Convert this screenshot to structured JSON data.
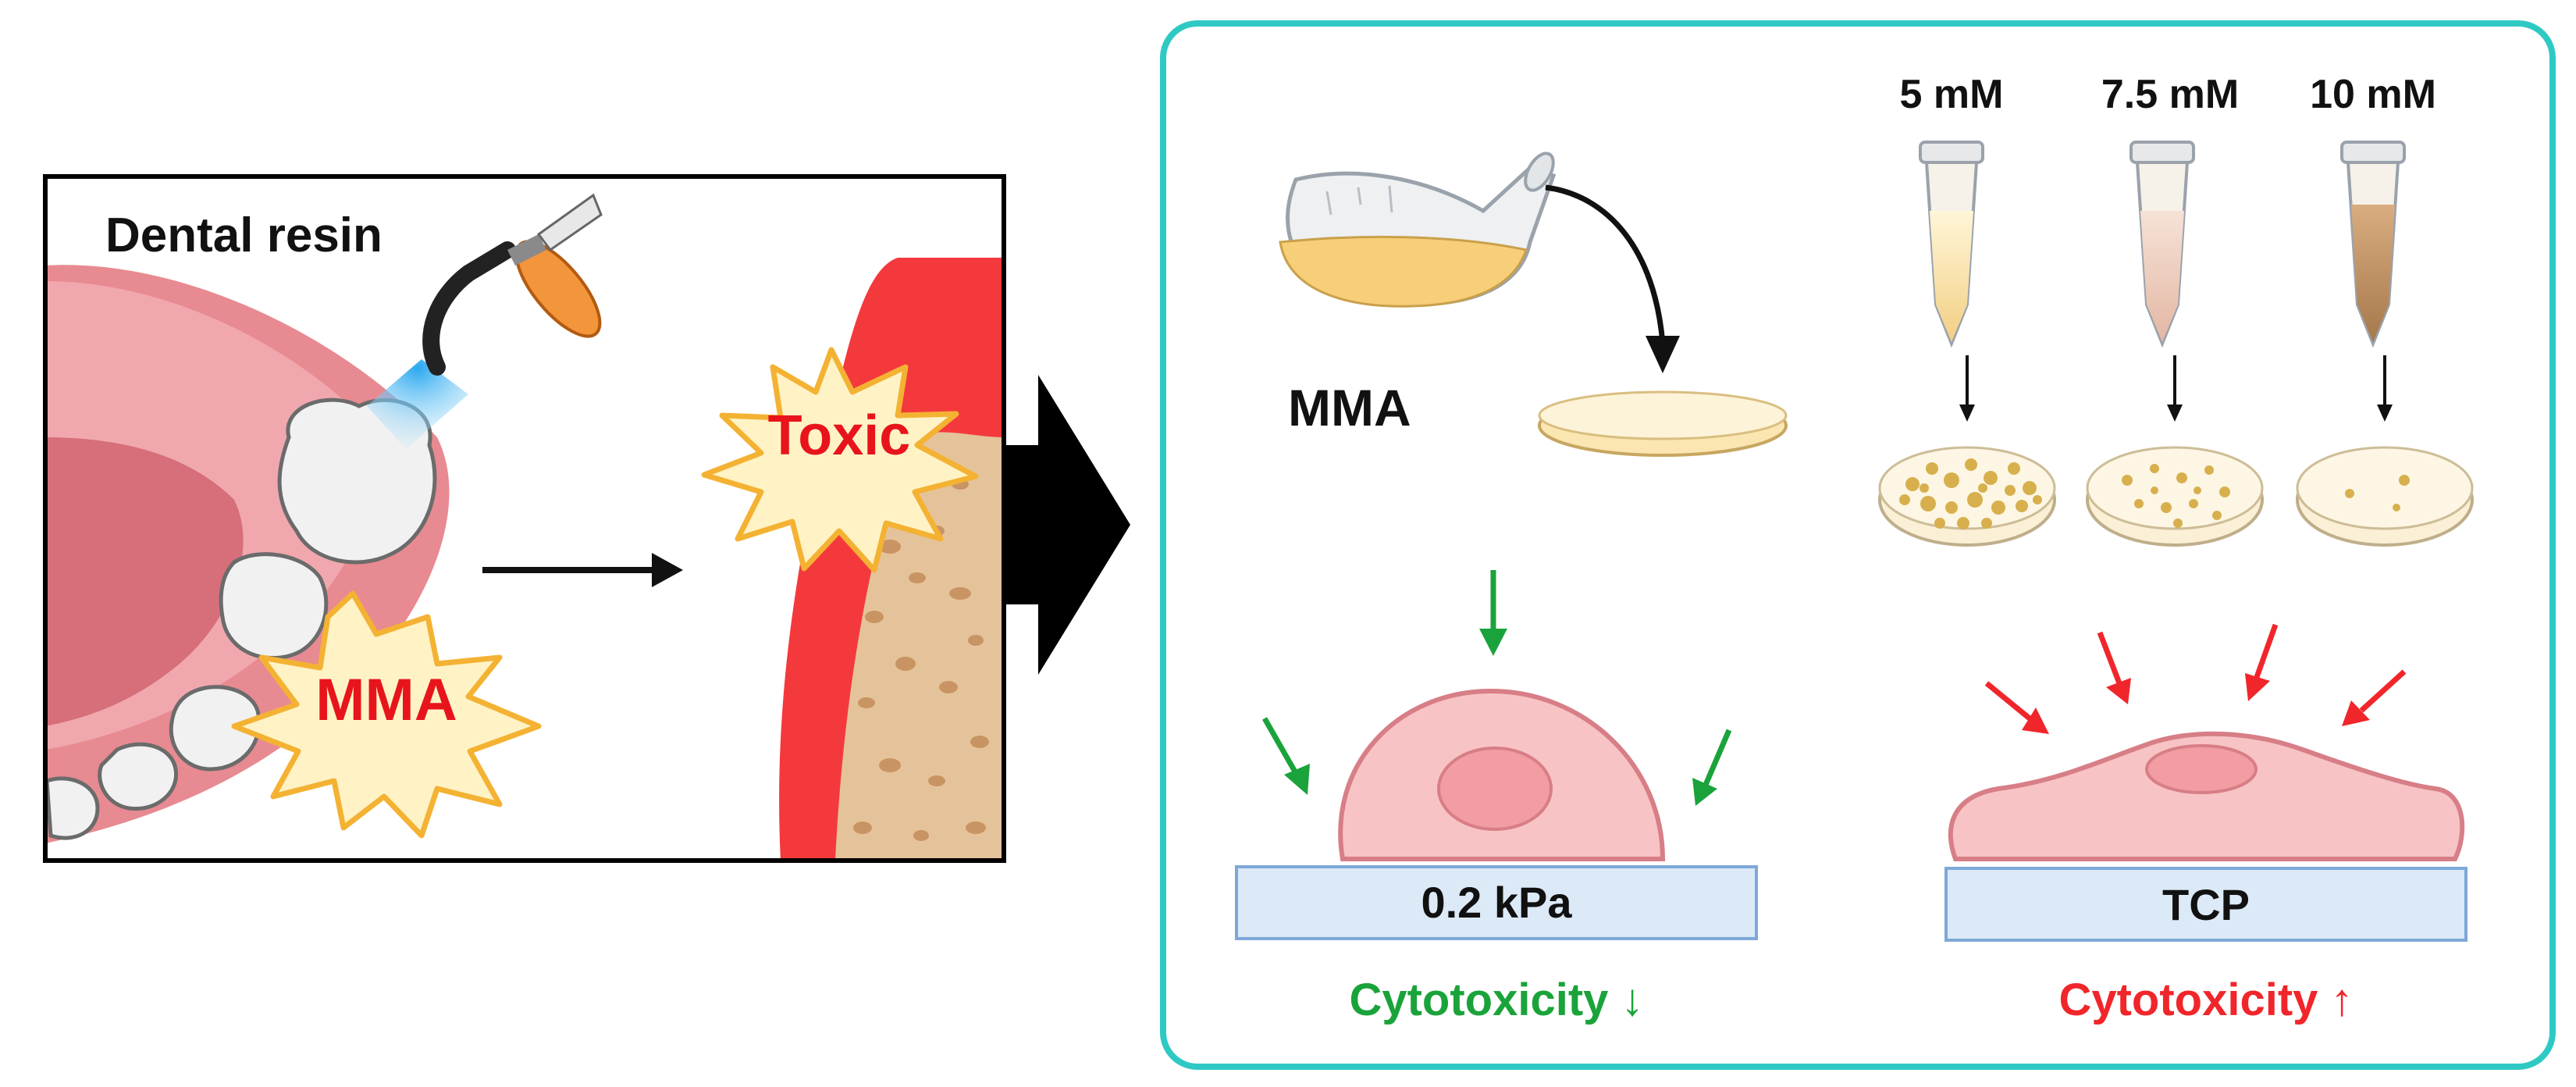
{
  "left_panel": {
    "title": "Dental resin",
    "burst_mma": "MMA",
    "burst_toxic": "Toxic"
  },
  "right_panel": {
    "flask_label": "MMA",
    "concentrations": [
      "5 mM",
      "7.5 mM",
      "10 mM"
    ],
    "substrate_soft": "0.2 kPa",
    "substrate_stiff": "TCP",
    "result_soft": "Cytotoxicity ↓",
    "result_stiff": "Cytotoxicity ↑"
  },
  "colors": {
    "panel_border": "#2fc9c4",
    "toxic_red": "#e8141c",
    "burst_fill": "#fff3c6",
    "burst_stroke": "#f4b233",
    "green": "#1aa33a",
    "red_arrow": "#f0262b",
    "gum": "#e98b92",
    "cell_fill": "#f8c3c4",
    "cell_stroke": "#d77e86",
    "substrate": "#dce9f7"
  }
}
